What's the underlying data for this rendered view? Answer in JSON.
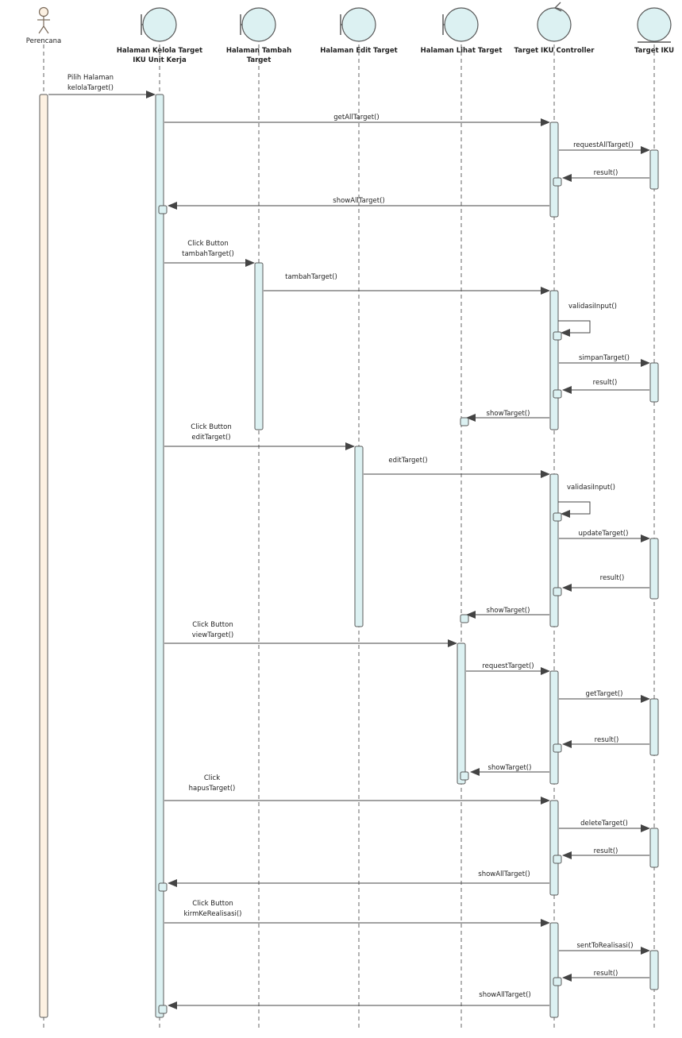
{
  "diagram": {
    "colors": {
      "lifeline_fill": "#dcf1f2",
      "actor_activation_fill": "#fdf1e2",
      "stroke": "#5a5a5a",
      "arrow": "#444444"
    },
    "participants": [
      {
        "id": "perencana",
        "type": "actor",
        "label_lines": [
          "Perencana"
        ]
      },
      {
        "id": "kelola",
        "type": "boundary",
        "label_lines": [
          "Halaman Kelola Target",
          "IKU Unit Kerja"
        ]
      },
      {
        "id": "tambah",
        "type": "boundary",
        "label_lines": [
          "Halaman Tambah",
          "Target"
        ]
      },
      {
        "id": "edit",
        "type": "boundary",
        "label_lines": [
          "Halaman Edit Target"
        ]
      },
      {
        "id": "lihat",
        "type": "boundary",
        "label_lines": [
          "Halaman Lihat Target"
        ]
      },
      {
        "id": "controller",
        "type": "control",
        "label_lines": [
          "Target IKU Controller"
        ]
      },
      {
        "id": "entity",
        "type": "entity",
        "label_lines": [
          "Target IKU"
        ]
      }
    ],
    "messages": [
      {
        "from": "perencana",
        "to": "kelola",
        "label_lines": [
          "Pilih Halaman",
          "kelolaTarget()"
        ]
      },
      {
        "from": "kelola",
        "to": "controller",
        "label_lines": [
          "getAllTarget()"
        ]
      },
      {
        "from": "controller",
        "to": "entity",
        "label_lines": [
          "requestAllTarget()"
        ]
      },
      {
        "from": "entity",
        "to": "controller",
        "label_lines": [
          "result()"
        ]
      },
      {
        "from": "controller",
        "to": "kelola",
        "label_lines": [
          "showAllTarget()"
        ]
      },
      {
        "from": "kelola",
        "to": "tambah",
        "label_lines": [
          "Click Button",
          "tambahTarget()"
        ]
      },
      {
        "from": "tambah",
        "to": "controller",
        "label_lines": [
          "tambahTarget()"
        ]
      },
      {
        "from": "controller",
        "to": "controller",
        "label_lines": [
          "validasiInput()"
        ]
      },
      {
        "from": "controller",
        "to": "entity",
        "label_lines": [
          "simpanTarget()"
        ]
      },
      {
        "from": "entity",
        "to": "controller",
        "label_lines": [
          "result()"
        ]
      },
      {
        "from": "controller",
        "to": "lihat",
        "label_lines": [
          "showTarget()"
        ]
      },
      {
        "from": "kelola",
        "to": "edit",
        "label_lines": [
          "Click Button",
          "editTarget()"
        ]
      },
      {
        "from": "edit",
        "to": "controller",
        "label_lines": [
          "editTarget()"
        ]
      },
      {
        "from": "controller",
        "to": "controller",
        "label_lines": [
          "validasiInput()"
        ]
      },
      {
        "from": "controller",
        "to": "entity",
        "label_lines": [
          "updateTarget()"
        ]
      },
      {
        "from": "entity",
        "to": "controller",
        "label_lines": [
          "result()"
        ]
      },
      {
        "from": "controller",
        "to": "lihat",
        "label_lines": [
          "showTarget()"
        ]
      },
      {
        "from": "kelola",
        "to": "lihat",
        "label_lines": [
          "Click Button",
          "viewTarget()"
        ]
      },
      {
        "from": "lihat",
        "to": "controller",
        "label_lines": [
          "requestTarget()"
        ]
      },
      {
        "from": "controller",
        "to": "entity",
        "label_lines": [
          "getTarget()"
        ]
      },
      {
        "from": "entity",
        "to": "controller",
        "label_lines": [
          "result()"
        ]
      },
      {
        "from": "controller",
        "to": "lihat",
        "label_lines": [
          "showTarget()"
        ]
      },
      {
        "from": "kelola",
        "to": "controller",
        "label_lines": [
          "Click",
          "hapusTarget()"
        ]
      },
      {
        "from": "controller",
        "to": "entity",
        "label_lines": [
          "deleteTarget()"
        ]
      },
      {
        "from": "entity",
        "to": "controller",
        "label_lines": [
          "result()"
        ]
      },
      {
        "from": "controller",
        "to": "kelola",
        "label_lines": [
          "showAllTarget()"
        ]
      },
      {
        "from": "kelola",
        "to": "controller",
        "label_lines": [
          "Click Button",
          "kirmKeRealisasi()"
        ]
      },
      {
        "from": "controller",
        "to": "entity",
        "label_lines": [
          "sentToRealisasi()"
        ]
      },
      {
        "from": "entity",
        "to": "controller",
        "label_lines": [
          "result()"
        ]
      },
      {
        "from": "controller",
        "to": "kelola",
        "label_lines": [
          "showAllTarget()"
        ]
      }
    ]
  }
}
